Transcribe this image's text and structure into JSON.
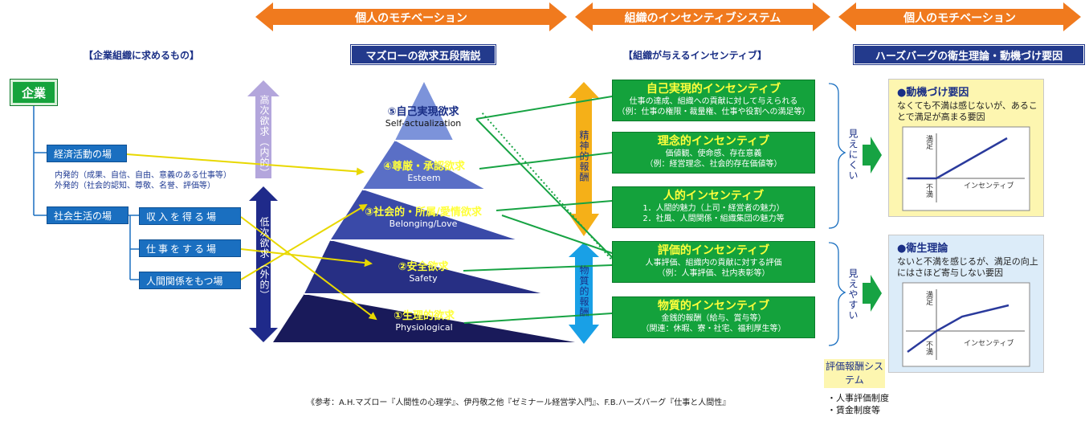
{
  "header_arrows": [
    "個人のモチベーション",
    "組織のインセンティブシステム",
    "個人のモチベーション"
  ],
  "left_title": "【企業組織に求めるもの】",
  "maslow_title": "マズローの欲求五段階説",
  "incentive_title": "【組織が与えるインセンティブ】",
  "herzberg_title": "ハーズバーグの衛生理論・動機づけ要因",
  "left_tree": {
    "root": "企業",
    "economic": "経済活動の場",
    "economic_internal": "内発的（成果、自信、自由、意義のある仕事等）",
    "economic_external": "外発的（社会的認知、尊敬、名誉、評価等）",
    "social": "社会生活の場",
    "sub_items": [
      "収入を得る場",
      "仕事をする場",
      "人間関係をもつ場"
    ]
  },
  "need_axis": {
    "higher": "高次欲求（内的）",
    "lower": "低次欲求（外的）"
  },
  "maslow_levels": [
    {
      "jp": "⑤自己実現欲求",
      "en": "Self-actualization"
    },
    {
      "jp": "④尊厳・承認欲求",
      "en": "Esteem"
    },
    {
      "jp": "③社会的・所属/愛情欲求",
      "en": "Belonging/Love"
    },
    {
      "jp": "②安全欲求",
      "en": "Safety"
    },
    {
      "jp": "①生理的欲求",
      "en": "Physiological"
    }
  ],
  "reward_axis": {
    "mental": "精神的報酬",
    "material": "物質的報酬"
  },
  "incentives": [
    {
      "title": "自己実現的インセンティブ",
      "lines": [
        "仕事の達成、組織への貢献に対して与えられる",
        "（例：仕事の権限・裁量権、仕事や役割への満足等）"
      ]
    },
    {
      "title": "理念的インセンティブ",
      "lines": [
        "価値観、使命感、存在意義",
        "（例：経営理念、社会的存在価値等）"
      ]
    },
    {
      "title": "人的インセンティブ",
      "lines": [
        "1．人間的魅力（上司・経営者の魅力）",
        "2．社風、人間関係・組織集団の魅力等"
      ]
    },
    {
      "title": "評価的インセンティブ",
      "lines": [
        "人事評価、組織内の貢献に対する評価",
        "（例：人事評価、社内表彰等）"
      ]
    },
    {
      "title": "物質的インセンティブ",
      "lines": [
        "金銭的報酬（給与、賞与等）",
        "（関連：休暇、寮・社宅、福利厚生等）"
      ]
    }
  ],
  "visibility": {
    "hard": "見えにくい",
    "easy": "見えやすい"
  },
  "motivator_panel": {
    "title": "●動機づけ要因",
    "desc": "なくても不満は感じないが、あることで満足が高まる要因",
    "y_top": "満足",
    "y_bottom": "不満",
    "x_label": "インセンティブ"
  },
  "hygiene_panel": {
    "title": "●衛生理論",
    "desc": "ないと不満を感じるが、満足の向上にはさほど寄与しない要因",
    "y_top": "満足",
    "y_bottom": "不満",
    "x_label": "インセンティブ"
  },
  "eval_system": {
    "label": "評価報酬システム",
    "items": [
      "・人事評価制度",
      "・賃金制度等"
    ]
  },
  "reference": "《参考：A.H.マズロー『人間性の心理学』、伊丹敬之他『ゼミナール経営学入門』、F.B.ハーズバーグ『仕事と人間性』",
  "colors": {
    "orange": "#f07a1e",
    "navy": "#233a8c",
    "blue": "#1a6fc0",
    "green": "#14a23c",
    "yellow_text": "#ffff3c",
    "yellow_panel": "#fdf6b0",
    "blue_panel": "#dcecf9"
  }
}
